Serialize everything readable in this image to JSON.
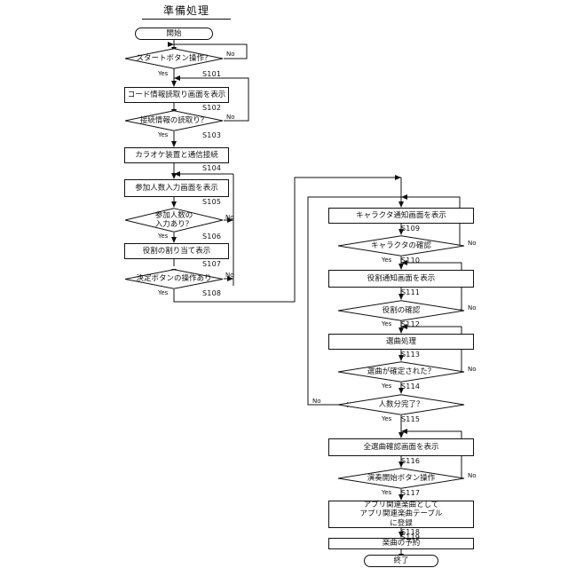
{
  "diagram": {
    "title": "準備処理",
    "yes_label": "Yes",
    "no_label": "No",
    "nodes": [
      {
        "id": "start",
        "type": "terminator",
        "text": "開始",
        "step": ""
      },
      {
        "id": "s101",
        "type": "decision",
        "text": "スタートボタン操作？",
        "step": "S101"
      },
      {
        "id": "s102",
        "type": "process",
        "text": "コード情報読取り画面を表示",
        "step": "S102"
      },
      {
        "id": "s103",
        "type": "decision",
        "text": "接続情報の読取り？",
        "step": "S103"
      },
      {
        "id": "s104",
        "type": "process",
        "text": "カラオケ装置と通信接続",
        "step": "S104"
      },
      {
        "id": "s105",
        "type": "process",
        "text": "参加人数入力画面を表示",
        "step": "S105"
      },
      {
        "id": "s106",
        "type": "decision",
        "text": "参加人数の\n入力あり？",
        "step": "S106"
      },
      {
        "id": "s107",
        "type": "process",
        "text": "役割の割り当て表示",
        "step": "S107"
      },
      {
        "id": "s108",
        "type": "decision",
        "text": "決定ボタンの操作あり",
        "step": "S108"
      },
      {
        "id": "s109",
        "type": "process",
        "text": "キャラクタ通知画面を表示",
        "step": "S109"
      },
      {
        "id": "s110",
        "type": "decision",
        "text": "キャラクタの確認",
        "step": "S110"
      },
      {
        "id": "s111",
        "type": "process",
        "text": "役割通知画面を表示",
        "step": "S111"
      },
      {
        "id": "s112",
        "type": "decision",
        "text": "役割の確認",
        "step": "S112"
      },
      {
        "id": "s113",
        "type": "process",
        "text": "選曲処理",
        "step": "S113"
      },
      {
        "id": "s114",
        "type": "decision",
        "text": "選曲が確定された？",
        "step": "S114"
      },
      {
        "id": "s115",
        "type": "decision",
        "text": "人数分完了？",
        "step": "S115"
      },
      {
        "id": "s116",
        "type": "process",
        "text": "全選曲確認画面を表示",
        "step": "S116"
      },
      {
        "id": "s117",
        "type": "decision",
        "text": "演奏開始ボタン操作",
        "step": "S117"
      },
      {
        "id": "s118",
        "type": "process",
        "text": "アプリ関連楽曲として\nアプリ関連楽曲テーブル\nに登録",
        "step": "S118"
      },
      {
        "id": "s119",
        "type": "process",
        "text": "楽曲の予約",
        "step": "S119"
      },
      {
        "id": "end",
        "type": "terminator",
        "text": "終了",
        "step": ""
      }
    ],
    "branch_labels": {
      "s101_yes": "Yes",
      "s101_no": "No",
      "s103_yes": "Yes",
      "s103_no": "No",
      "s106_yes": "Yes",
      "s106_no": "No",
      "s108_yes": "Yes",
      "s108_no": "No",
      "s110_yes": "Yes",
      "s110_no": "No",
      "s112_yes": "Yes",
      "s112_no": "No",
      "s114_yes": "Yes",
      "s114_no": "No",
      "s115_yes": "Yes",
      "s115_no": "No",
      "s117_yes": "Yes",
      "s117_no": "No"
    },
    "colors": {
      "line": "#111111",
      "fill": "#ffffff",
      "text": "#111111"
    }
  }
}
